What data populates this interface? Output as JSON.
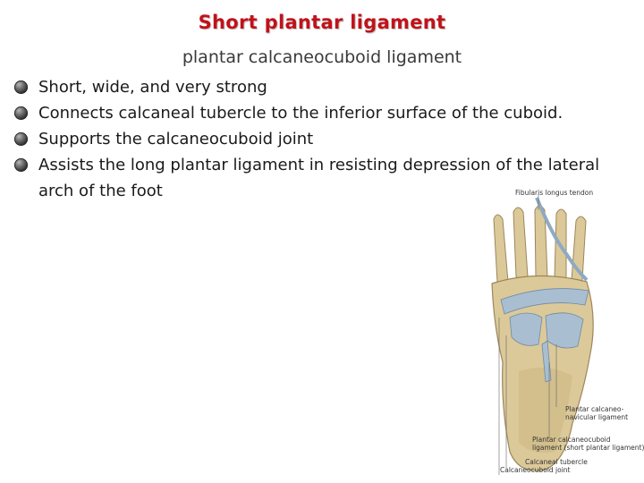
{
  "slide": {
    "title": "Short plantar ligament",
    "subtitle": "plantar calcaneocuboid ligament",
    "bullets": [
      "Short, wide, and very strong",
      "Connects calcaneal tubercle to the inferior surface of the cuboid.",
      "Supports the calcaneocuboid joint",
      "Assists the long plantar ligament in resisting depression of the lateral arch of the foot"
    ]
  },
  "figure": {
    "labels": {
      "fibularis_longus_tendon": "Fibularis longus tendon",
      "calcaneonavicular_line1": "Plantar calcaneo-",
      "calcaneonavicular_line2": "navicular ligament",
      "calcaneocuboid_line1": "Plantar calcaneocuboid",
      "calcaneocuboid_line2": "ligament (short plantar ligament)",
      "calcaneal_tubercle": "Calcaneal tubercle",
      "calcaneocuboid_joint": "Calcaneocuboid joint"
    }
  },
  "colors": {
    "title": "#c0121a",
    "bone": "#dcc99a",
    "ligament": "#a9bed0"
  }
}
